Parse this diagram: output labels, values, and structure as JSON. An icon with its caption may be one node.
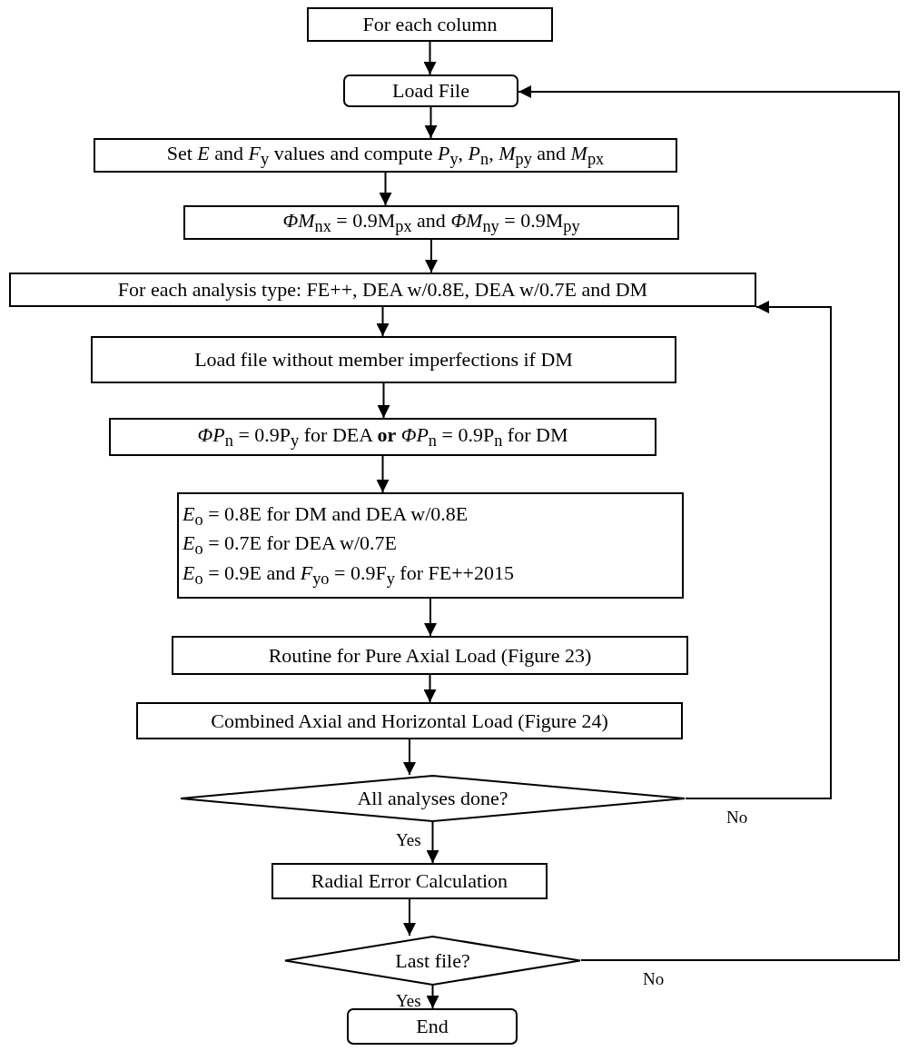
{
  "diagram": {
    "nodes": [
      {
        "text": [
          "For each column"
        ]
      },
      {
        "text": [
          "Load File"
        ]
      },
      {
        "text": [
          "Set *E* and *F*$_{y}$ values and compute *P*$_{y}$, *P*$_{n}$, *M*$_{py}$ and *M*$_{px}$"
        ]
      },
      {
        "text": [
          "*ΦM*$_{nx}$ = 0.9M$_{px}$ and *ΦM*$_{ny}$ = 0.9M$_{py}$"
        ]
      },
      {
        "text": [
          "For each analysis type: FE++, DEA w/0.8E, DEA w/0.7E and DM"
        ]
      },
      {
        "text": [
          "Load file without member imperfections if DM"
        ]
      },
      {
        "text": [
          "*ΦP*$_{n}$ = 0.9P$_{y}$ for DEA **or** *ΦP*$_{n}$ = 0.9P$_{n}$ for DM"
        ]
      },
      {
        "text": [
          "*E*$_{o}$ = 0.8E for DM and DEA w/0.8E",
          "*E*$_{o}$ = 0.7E for DEA w/0.7E",
          "*E*$_{o}$ = 0.9E and *F*$_{yo}$ = 0.9F$_{y}$ for FE++2015"
        ]
      },
      {
        "text": [
          "Routine for Pure Axial Load (Figure 23)"
        ]
      },
      {
        "text": [
          "Combined Axial and Horizontal Load (Figure 24)"
        ]
      },
      {
        "text": [
          "All analyses done?"
        ]
      },
      {
        "text": [
          "Radial Error Calculation"
        ]
      },
      {
        "text": [
          "Last file?"
        ]
      },
      {
        "text": [
          "End"
        ]
      }
    ],
    "edges": [
      {
        "from": 0,
        "to": 1,
        "arrow": "to"
      },
      {
        "from": 1,
        "to": 2,
        "arrow": "to"
      },
      {
        "from": 2,
        "to": 3,
        "arrow": "to"
      },
      {
        "from": 3,
        "to": 4,
        "arrow": "to"
      },
      {
        "from": 4,
        "to": 5,
        "arrow": "to"
      },
      {
        "from": 5,
        "to": 6,
        "arrow": "to"
      },
      {
        "from": 6,
        "to": 7,
        "arrow": "to"
      },
      {
        "from": 7,
        "to": 8,
        "arrow": "to"
      },
      {
        "from": 8,
        "to": 9,
        "arrow": "to"
      },
      {
        "from": 9,
        "to": 10,
        "arrow": "to"
      },
      {
        "from": 10,
        "to": 11,
        "arrow": "to",
        "label": "Yes"
      },
      {
        "from": 10,
        "to": 4,
        "arrow": "to",
        "label": "No"
      },
      {
        "from": 11,
        "to": 12,
        "arrow": "to"
      },
      {
        "from": 12,
        "to": 13,
        "arrow": "to",
        "label": "Yes"
      },
      {
        "from": 12,
        "to": 1,
        "arrow": "to",
        "label": "No"
      }
    ]
  }
}
